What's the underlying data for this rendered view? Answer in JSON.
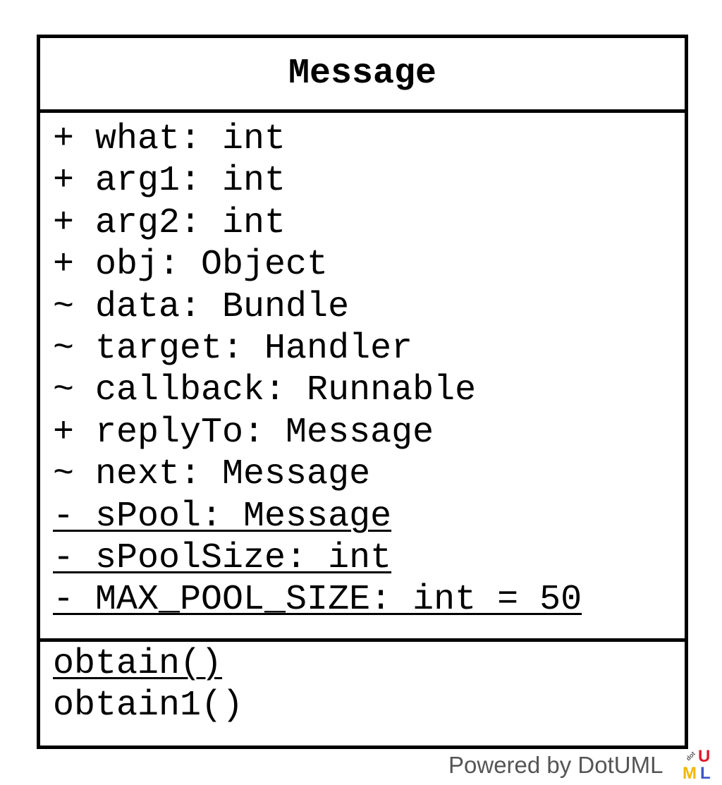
{
  "class": {
    "name": "Message",
    "attributes": [
      {
        "text": "+ what: int",
        "static": false
      },
      {
        "text": "+ arg1: int",
        "static": false
      },
      {
        "text": "+ arg2: int",
        "static": false
      },
      {
        "text": "+ obj: Object",
        "static": false
      },
      {
        "text": "~ data: Bundle",
        "static": false
      },
      {
        "text": "~ target: Handler",
        "static": false
      },
      {
        "text": "~ callback: Runnable",
        "static": false
      },
      {
        "text": "+ replyTo: Message",
        "static": false
      },
      {
        "text": "~ next: Message",
        "static": false
      },
      {
        "text": "- sPool: Message",
        "static": true
      },
      {
        "text": "- sPoolSize: int",
        "static": true
      },
      {
        "text": "- MAX_POOL_SIZE: int = 50",
        "static": true
      }
    ],
    "operations": [
      {
        "text": "obtain()",
        "static": true
      },
      {
        "text": "obtain1()",
        "static": false
      }
    ]
  },
  "footer": {
    "text": "Powered by DotUML",
    "logo": {
      "icon": "dotuml-logo-icon",
      "small_text": "dot",
      "letters": [
        "M",
        "U",
        "L"
      ],
      "colors": {
        "M": "#f2b705",
        "U": "#e0192b",
        "L": "#3d55c6",
        "dot": "#555555"
      }
    }
  },
  "colors": {
    "border": "#000000",
    "text": "#000000",
    "footer_text": "#555555",
    "background": "#ffffff"
  }
}
